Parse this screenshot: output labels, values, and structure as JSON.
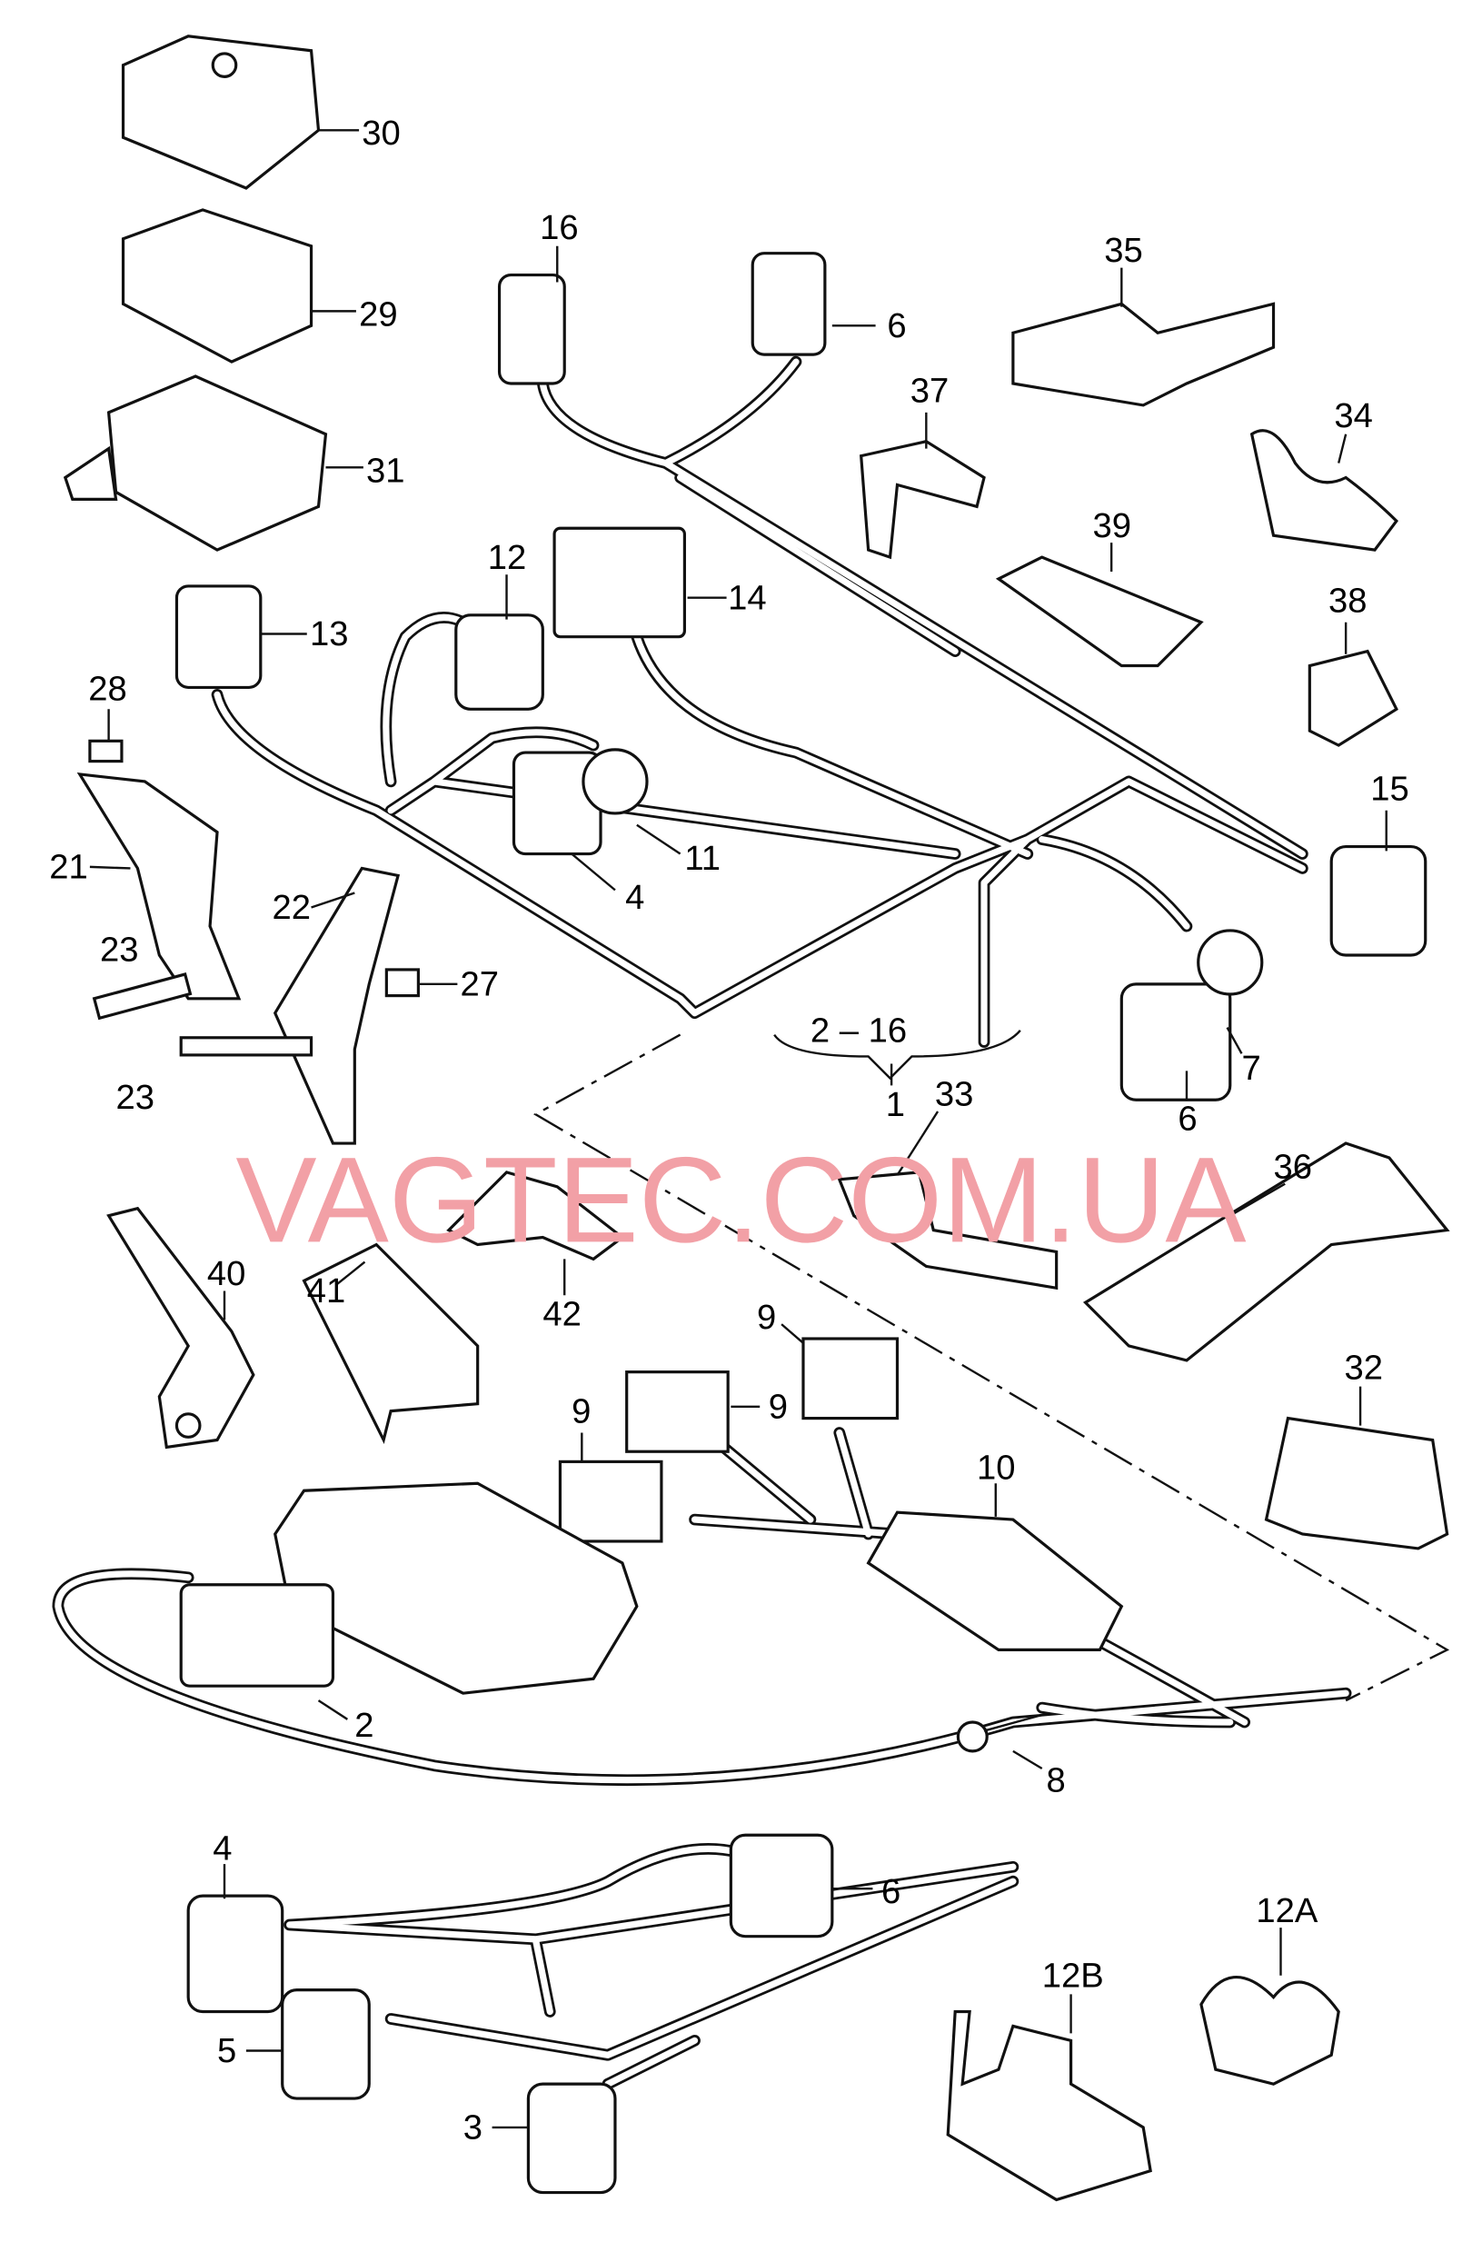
{
  "watermark": "VAGTEC.COM.UA",
  "labels": {
    "l30": "30",
    "l29": "29",
    "l31": "31",
    "l16": "16",
    "l6a": "6",
    "l35": "35",
    "l37": "37",
    "l34": "34",
    "l39": "39",
    "l38": "38",
    "l12": "12",
    "l14": "14",
    "l13": "13",
    "l28": "28",
    "l15": "15",
    "l21": "21",
    "l22": "22",
    "l11": "11",
    "l4a": "4",
    "l27": "27",
    "l23a": "23",
    "l23b": "23",
    "l2_16": "2 – 16",
    "l1": "1",
    "l7": "7",
    "l6b": "6",
    "l33": "33",
    "l36": "36",
    "l41": "41",
    "l40": "40",
    "l42": "42",
    "l9a": "9",
    "l9b": "9",
    "l9c": "9",
    "l32": "32",
    "l10": "10",
    "l2": "2",
    "l8": "8",
    "l4b": "4",
    "l6c": "6",
    "l12A": "12A",
    "l12B": "12B",
    "l5": "5",
    "l3": "3"
  }
}
